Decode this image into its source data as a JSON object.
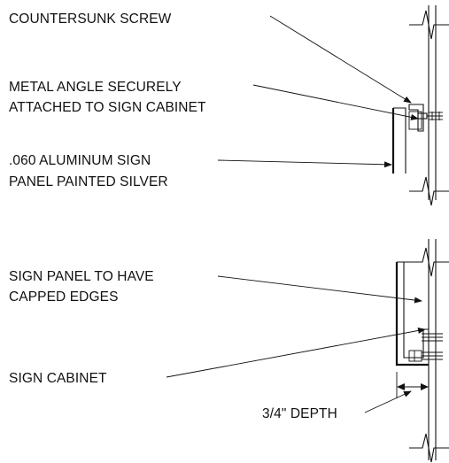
{
  "diagram": {
    "labels": {
      "countersunk_screw": "COUNTERSUNK SCREW",
      "metal_angle_line1": "METAL ANGLE SECURELY",
      "metal_angle_line2": "ATTACHED TO SIGN CABINET",
      "aluminum_panel_line1": ".060 ALUMINUM SIGN",
      "aluminum_panel_line2": "PANEL PAINTED SILVER",
      "capped_edges_line1": "SIGN PANEL TO HAVE",
      "capped_edges_line2": "CAPPED EDGES",
      "sign_cabinet": "SIGN CABINET",
      "depth": "3/4\" DEPTH"
    },
    "colors": {
      "line": "#111111",
      "background": "#ffffff"
    }
  }
}
